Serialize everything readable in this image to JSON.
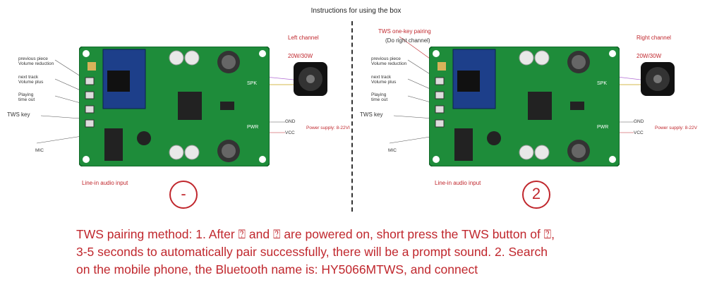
{
  "title": "Instructions for using the box",
  "left": {
    "channel": "Left channel",
    "power_rating": "20W/30W",
    "buttons": [
      "previous piece\nVolume reduction",
      "next track\nVolume plus",
      "Playing\ntime out",
      "TWS key"
    ],
    "mic": "MIC",
    "gnd": "GND",
    "vcc": "VCC",
    "power_supply": "Power supply: 8-22VI",
    "line_in": "Line-in audio input",
    "badge": "-",
    "pwr": "PWR",
    "spk": "SPK"
  },
  "right": {
    "pairing": "TWS one-key pairing",
    "pairing_note": "(Do right channel)",
    "channel": "Right channel",
    "power_rating": "20W/30W",
    "buttons": [
      "previous piece\nVolume reduction",
      "next track\nVolume plus",
      "Playing\ntime out",
      "TWS key"
    ],
    "mic": "MIC",
    "gnd": "GND",
    "vcc": "VCC",
    "power_supply": "Power supply: 8-22V",
    "line_in": "Line-in audio input",
    "badge": "2",
    "pwr": "PWR",
    "spk": "SPK"
  },
  "instructions": [
    "TWS pairing method: 1. After ⍰ and ⍰ are powered on, short press the TWS button of ⍰,",
    "3-5 seconds to automatically pair successfully, there will be a prompt sound. 2. Search",
    "on the mobile phone, the Bluetooth name is: HY5066MTWS, and connect"
  ],
  "colors": {
    "accent_red": "#c0272d",
    "pcb_green": "#1e8c3a",
    "module_blue": "#1d3f8a"
  }
}
